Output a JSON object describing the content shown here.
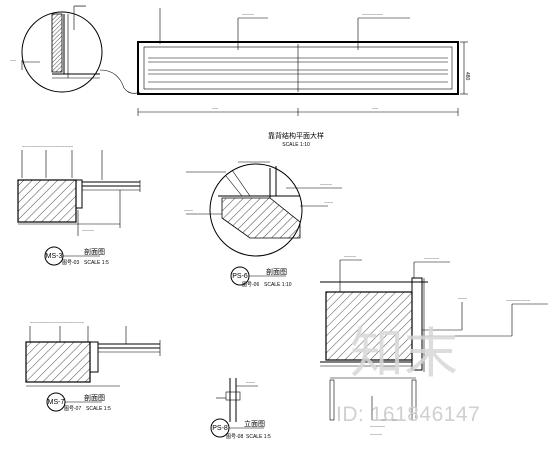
{
  "plan": {
    "title": "靠背结构平面大样",
    "scale": "SCALE 1:10",
    "dim_top": "480"
  },
  "details": {
    "ms3": {
      "tag": "MS-3",
      "title": "剖面图",
      "ref": "图号-03",
      "scale": "SCALE 1:5"
    },
    "ps6": {
      "tag": "PS-6",
      "title": "剖面图",
      "ref": "图号-06",
      "scale": "SCALE 1:10"
    },
    "ms7": {
      "tag": "MS-7",
      "title": "剖面图",
      "ref": "图号-07",
      "scale": "SCALE 1:5"
    },
    "ps8": {
      "tag": "PS-8",
      "title": "立面图",
      "ref": "图号-08",
      "scale": "SCALE 1:5"
    }
  },
  "watermark": {
    "brand": "知末",
    "id": "ID: 161846147"
  }
}
